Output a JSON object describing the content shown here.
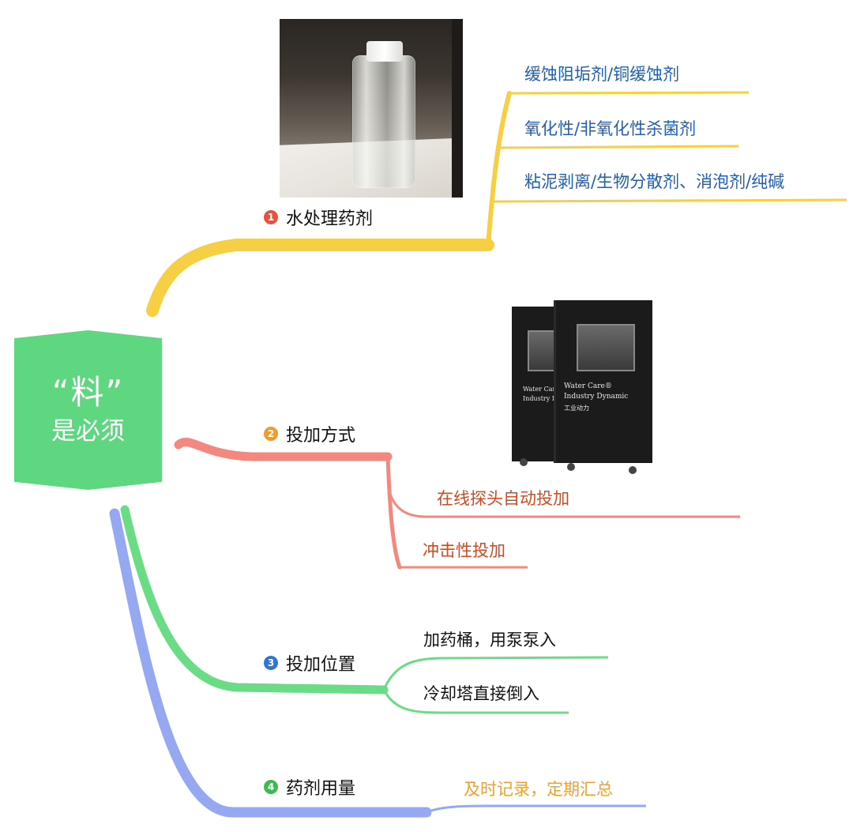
{
  "central": {
    "line1": "“料”",
    "line2": "是必须",
    "color": "#5fd680"
  },
  "branches": [
    {
      "num": "1",
      "label": "水处理药剂",
      "color": "#f6cf45",
      "badge_color": "#e9513d",
      "sub_color": "#1f5fb4",
      "subs": [
        "缓蚀阻垢剂/铜缓蚀剂",
        "氧化性/非氧化性杀菌剂",
        "粘泥剥离/生物分散剂、消泡剂/纯碱"
      ]
    },
    {
      "num": "2",
      "label": "投加方式",
      "color": "#f4877e",
      "badge_color": "#f39a2c",
      "sub_color": "#d4481f",
      "subs": [
        "在线探头自动投加",
        "冲击性投加"
      ]
    },
    {
      "num": "3",
      "label": "投加位置",
      "color": "#6bdc86",
      "badge_color": "#2f74d9",
      "sub_color": "#111111",
      "subs": [
        "加药桶，用泵泵入",
        "冷却塔直接倒入"
      ]
    },
    {
      "num": "4",
      "label": "药剂用量",
      "color": "#97a8f2",
      "badge_color": "#3fb855",
      "sub_color": "#f2a02b",
      "subs": [
        "及时记录，定期汇总"
      ]
    }
  ],
  "machine_text": {
    "line1": "Water Care®",
    "line2": "Industry Dynamic",
    "line3": "工业动力"
  }
}
